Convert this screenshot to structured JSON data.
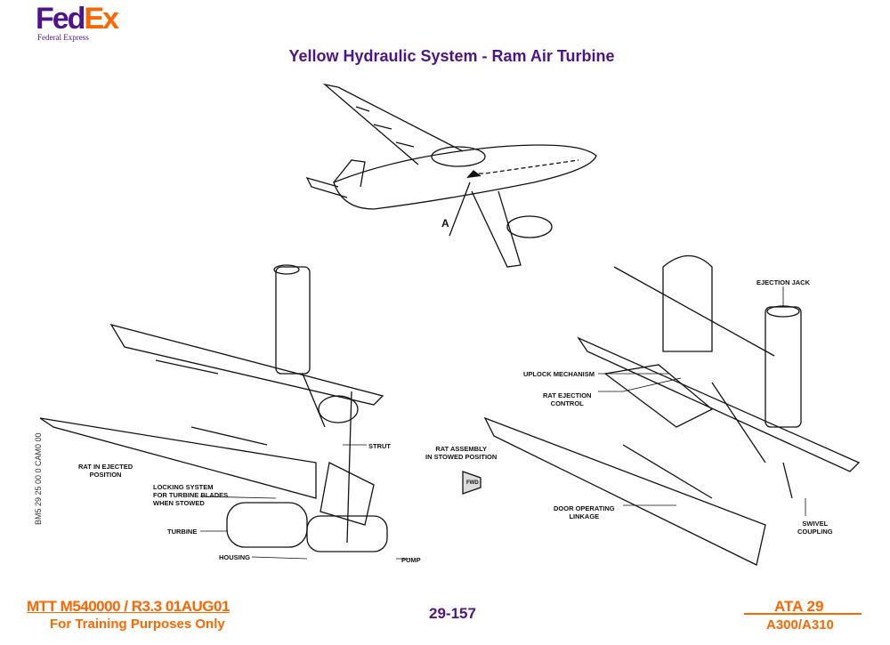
{
  "header": {
    "logo_fed": "Fed",
    "logo_ex": "Ex",
    "logo_sub": "Federal Express",
    "title": "Yellow Hydraulic System - Ram Air Turbine"
  },
  "figure": {
    "aircraft_callout": "A",
    "left_labels": {
      "rat_ejected": "RAT IN EJECTED\nPOSITION",
      "locking": "LOCKING SYSTEM\nFOR TURBINE BLADES\nWHEN STOWED",
      "turbine": "TURBINE",
      "housing": "HOUSING",
      "strut": "STRUT",
      "pump": "PUMP"
    },
    "center_labels": {
      "rat_stowed": "RAT ASSEMBLY\nIN STOWED POSITION",
      "fwd": "FWD"
    },
    "right_labels": {
      "ejection_jack": "EJECTION JACK",
      "uplock": "UPLOCK MECHANISM",
      "rat_ejection_control": "RAT EJECTION\nCONTROL",
      "door_linkage": "DOOR OPERATING\nLINKAGE",
      "swivel": "SWIVEL\nCOUPLING"
    },
    "reference": "BM5 29 25 00 0 CAM0 00"
  },
  "footer": {
    "doc_ref": "MTT M540000 / R3.3 01AUG01",
    "training": "For Training Purposes Only",
    "page": "29-157",
    "ata": "ATA 29",
    "model": "A300/A310"
  },
  "colors": {
    "purple": "#4d148c",
    "orange": "#ff6600"
  }
}
